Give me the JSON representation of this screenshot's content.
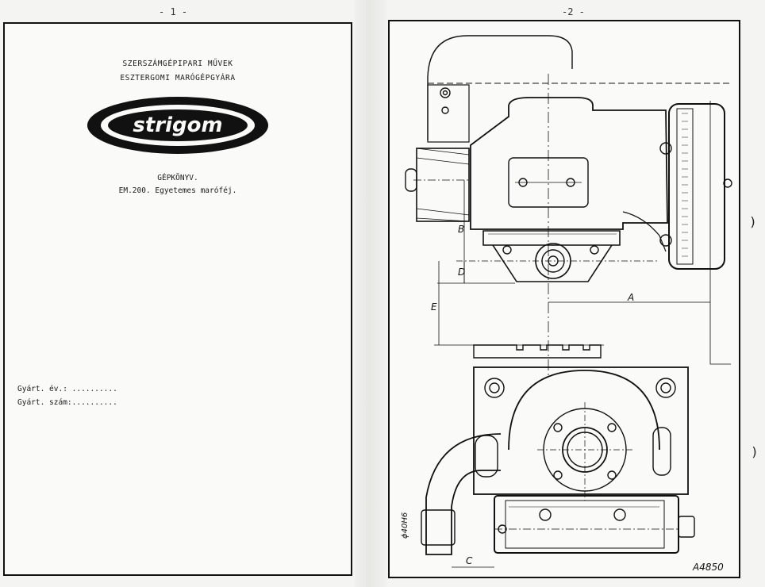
{
  "pages": {
    "left_number": "- 1 -",
    "right_number": "-2 -"
  },
  "cover": {
    "company_line1": "SZERSZÁMGÉPIPARI MŰVEK",
    "company_line2": "ESZTERGOMI MARÓGÉPGYÁRA",
    "logo_text": "strigom",
    "book_title": "GÉPKÖNYV.",
    "book_subtitle": "EM.200. Egyetemes maróféj.",
    "mfg_year_label": "Gyárt. év.: ..........",
    "mfg_number_label": "Gyárt. szám:.........."
  },
  "drawing": {
    "dim_labels": [
      "A",
      "B",
      "C",
      "D",
      "E"
    ],
    "diameter_label": "ϕ40H6",
    "sheet_number": "A4850"
  },
  "colors": {
    "ink": "#111111",
    "paper": "#fafaf8"
  }
}
